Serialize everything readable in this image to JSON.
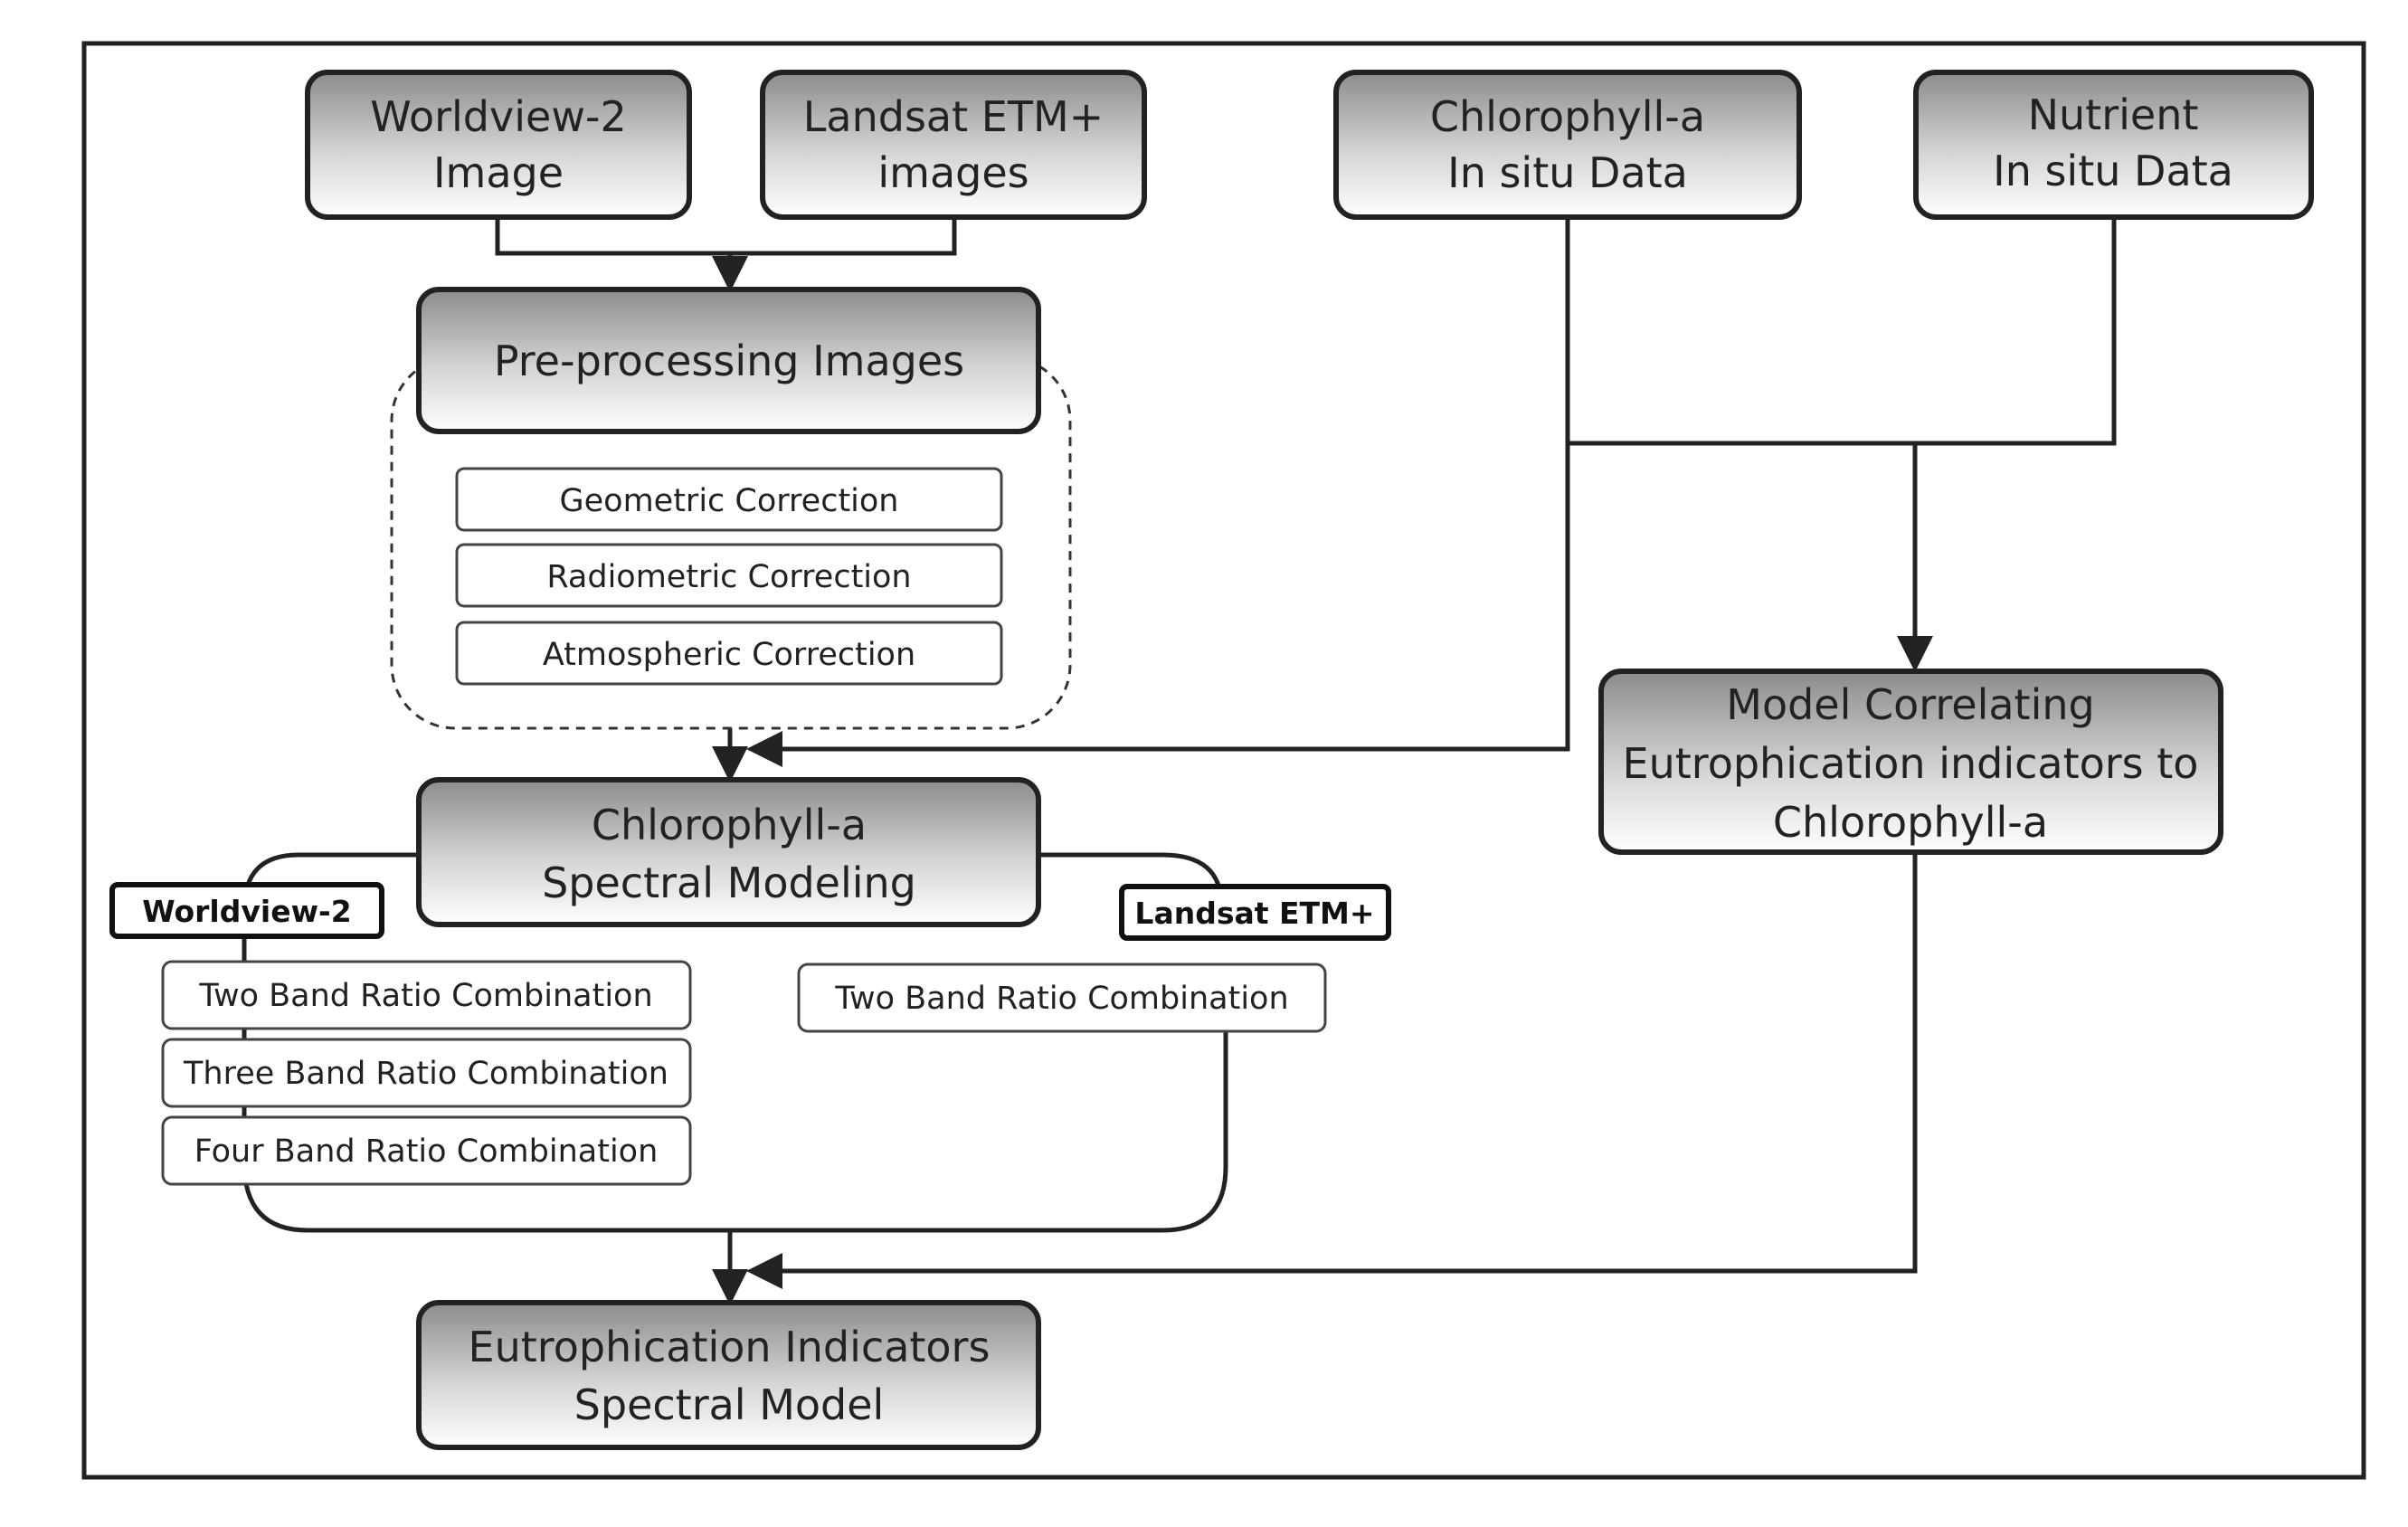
{
  "inputs": {
    "worldview": [
      "Worldview-2",
      "Image"
    ],
    "landsat": [
      "Landsat ETM+",
      "images"
    ],
    "chlorophyll_insitu": [
      "Chlorophyll-a",
      "In situ Data"
    ],
    "nutrient_insitu": [
      "Nutrient",
      "In situ Data"
    ]
  },
  "preprocessing": {
    "title": "Pre-processing Images",
    "steps": [
      "Geometric Correction",
      "Radiometric Correction",
      "Atmospheric Correction"
    ]
  },
  "spectral_modeling": {
    "title": [
      "Chlorophyll-a",
      "Spectral Modeling"
    ],
    "worldview_tag": "Worldview-2",
    "landsat_tag": "Landsat ETM+",
    "worldview_methods": [
      "Two Band Ratio Combination",
      "Three Band Ratio Combination",
      "Four Band Ratio Combination"
    ],
    "landsat_methods": [
      "Two Band Ratio Combination"
    ]
  },
  "correlation_model": [
    "Model Correlating",
    "Eutrophication indicators to",
    "Chlorophyll-a"
  ],
  "output": [
    "Eutrophication Indicators",
    "Spectral Model"
  ],
  "colors": {
    "box_gradient_top": "#8c8c8c",
    "box_gradient_bottom": "#ffffff",
    "stroke": "#222222"
  }
}
